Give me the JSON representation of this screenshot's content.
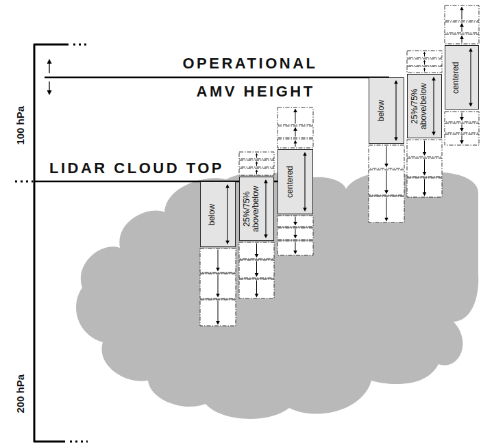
{
  "diagram": {
    "nodes": [
      {
        "text": [
          "below"
        ]
      },
      {
        "text": [
          "25%/75% above/below"
        ]
      },
      {
        "text": [
          "centered"
        ]
      },
      {
        "text": [
          "below"
        ]
      },
      {
        "text": [
          "25%/75% above/below"
        ]
      },
      {
        "text": [
          "centered"
        ]
      }
    ],
    "edges": [],
    "labels": [
      "OPERATIONAL",
      "AMV HEIGHT",
      "100 hPa",
      "LIDAR CLOUD TOP",
      "200 hPa"
    ]
  }
}
